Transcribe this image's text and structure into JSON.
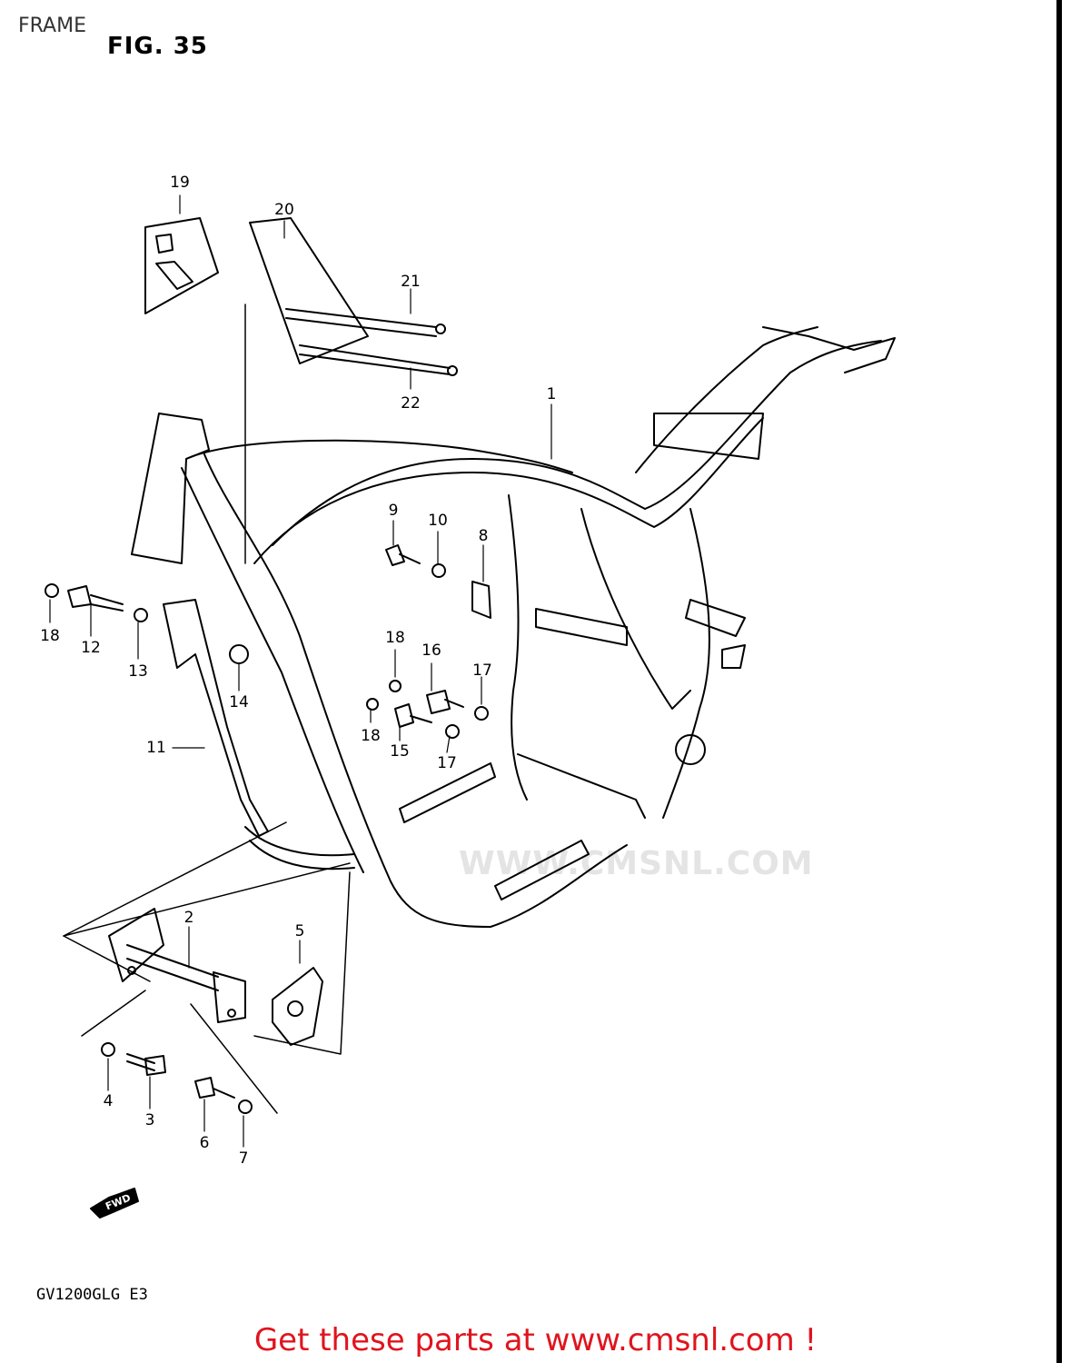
{
  "header": {
    "section_label": "FRAME",
    "figure_title": "FIG. 35"
  },
  "diagram": {
    "watermark": "WWW.CMSNL.COM",
    "fwd_arrow_label": "FWD",
    "callouts": [
      "1",
      "2",
      "3",
      "4",
      "5",
      "6",
      "7",
      "8",
      "9",
      "10",
      "11",
      "12",
      "13",
      "14",
      "15",
      "16",
      "17",
      "17",
      "18",
      "18",
      "18",
      "19",
      "20",
      "21",
      "22"
    ]
  },
  "footer": {
    "model_code": "GV1200GLG E3",
    "cta_text": "Get these parts at www.cmsnl.com !"
  }
}
